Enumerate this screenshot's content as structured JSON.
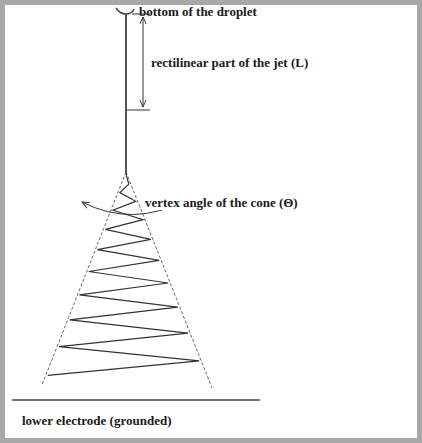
{
  "diagram": {
    "labels": [
      "bottom of the droplet",
      "rectilinear part of the jet (L)",
      "vertex angle of the cone (Θ)",
      "lower electrode (grounded)"
    ]
  }
}
